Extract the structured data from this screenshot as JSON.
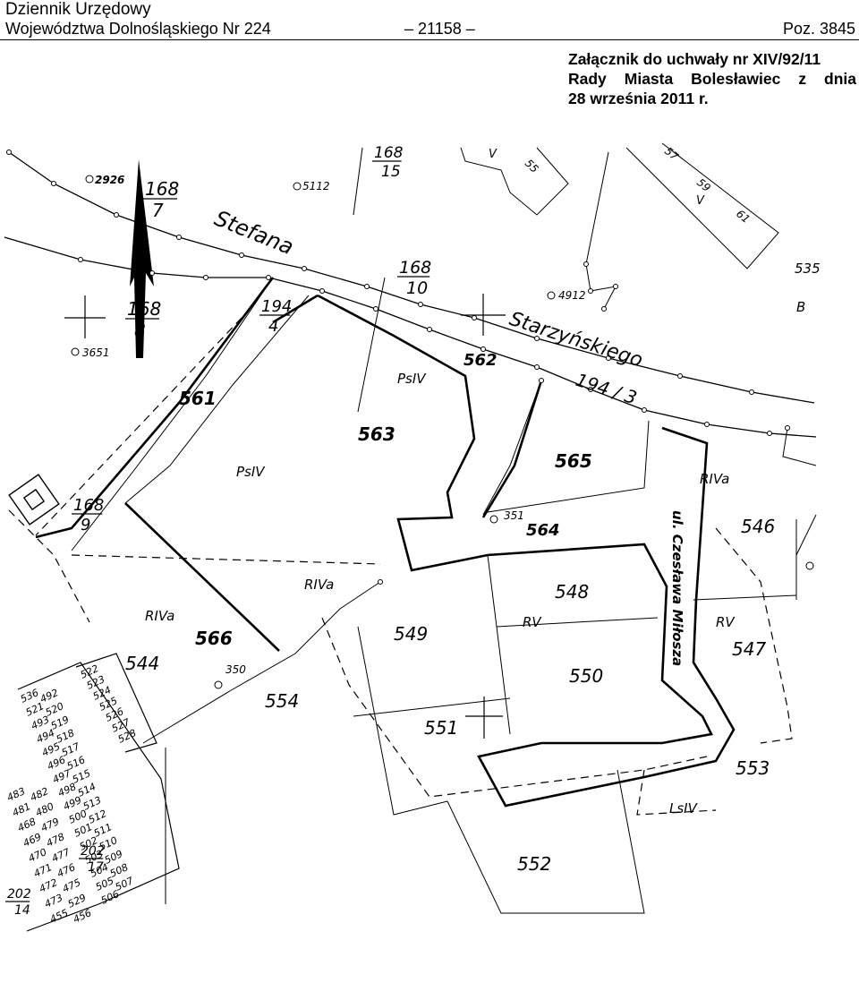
{
  "header": {
    "journal_line1": "Dziennik Urzędowy",
    "journal_line2": "Województwa Dolnośląskiego Nr 224",
    "page_number": "– 21158 –",
    "position": "Poz. 3845"
  },
  "annex": {
    "line1": "Załącznik do uchwały nr XIV/92/11",
    "line2": "Rady Miasta Bolesławiec z dnia",
    "line3": "28 września 2011 r."
  },
  "map": {
    "streets": {
      "stefana": "Stefana",
      "starzynskiego": "Starzyńskiego",
      "milosza": "ul. Czesława Miłosza"
    },
    "parcels": {
      "p561": "561",
      "p562": "562",
      "p563": "563",
      "p564": "564",
      "p565": "565",
      "p566": "566",
      "p544": "544",
      "p546": "546",
      "p547": "547",
      "p548": "548",
      "p549": "549",
      "p550": "550",
      "p551": "551",
      "p552": "552",
      "p553": "553",
      "p554": "554",
      "p535": "535"
    },
    "fractions": {
      "f168_7": [
        "168",
        "7"
      ],
      "f168_15": [
        "168",
        "15"
      ],
      "f168_10": [
        "168",
        "10"
      ],
      "f168_8": [
        "168",
        "8"
      ],
      "f194_4": [
        "194",
        "4"
      ],
      "f168_9": [
        "168",
        "9"
      ],
      "f202_17": [
        "202",
        "17"
      ],
      "f202_14": [
        "202",
        "14"
      ]
    },
    "road_number": "194 / 3",
    "land_classes": {
      "psiv_a": "PsIV",
      "psiv_b": "PsIV",
      "riva_a": "RIVa",
      "riva_b": "RIVa",
      "riva_c": "RIVa",
      "rv_a": "RV",
      "rv_b": "RV",
      "lsiv": "LsIV",
      "v_a": "V",
      "v_b": "V",
      "b": "B"
    },
    "points": {
      "pt2926": "2926",
      "pt5112": "5112",
      "pt3651": "3651",
      "pt4912": "4912",
      "pt351": "351",
      "pt350": "350"
    },
    "house_numbers": {
      "h55": "55",
      "h57": "57",
      "h59": "59",
      "h61": "61"
    },
    "small_parcels_left": [
      "536",
      "492",
      "521",
      "520",
      "493",
      "519",
      "494",
      "518",
      "495",
      "517",
      "496",
      "516",
      "497",
      "515",
      "498",
      "514",
      "499",
      "513",
      "500",
      "512",
      "501",
      "511",
      "502",
      "510",
      "503",
      "509",
      "504",
      "508",
      "505",
      "507",
      "506"
    ],
    "small_parcels_right": [
      "522",
      "523",
      "524",
      "525",
      "526",
      "527",
      "528"
    ],
    "small_parcels_bottom": [
      "483",
      "482",
      "481",
      "480",
      "468",
      "479",
      "469",
      "478",
      "470",
      "477",
      "471",
      "476",
      "472",
      "475",
      "473",
      "529",
      "455",
      "456"
    ]
  }
}
